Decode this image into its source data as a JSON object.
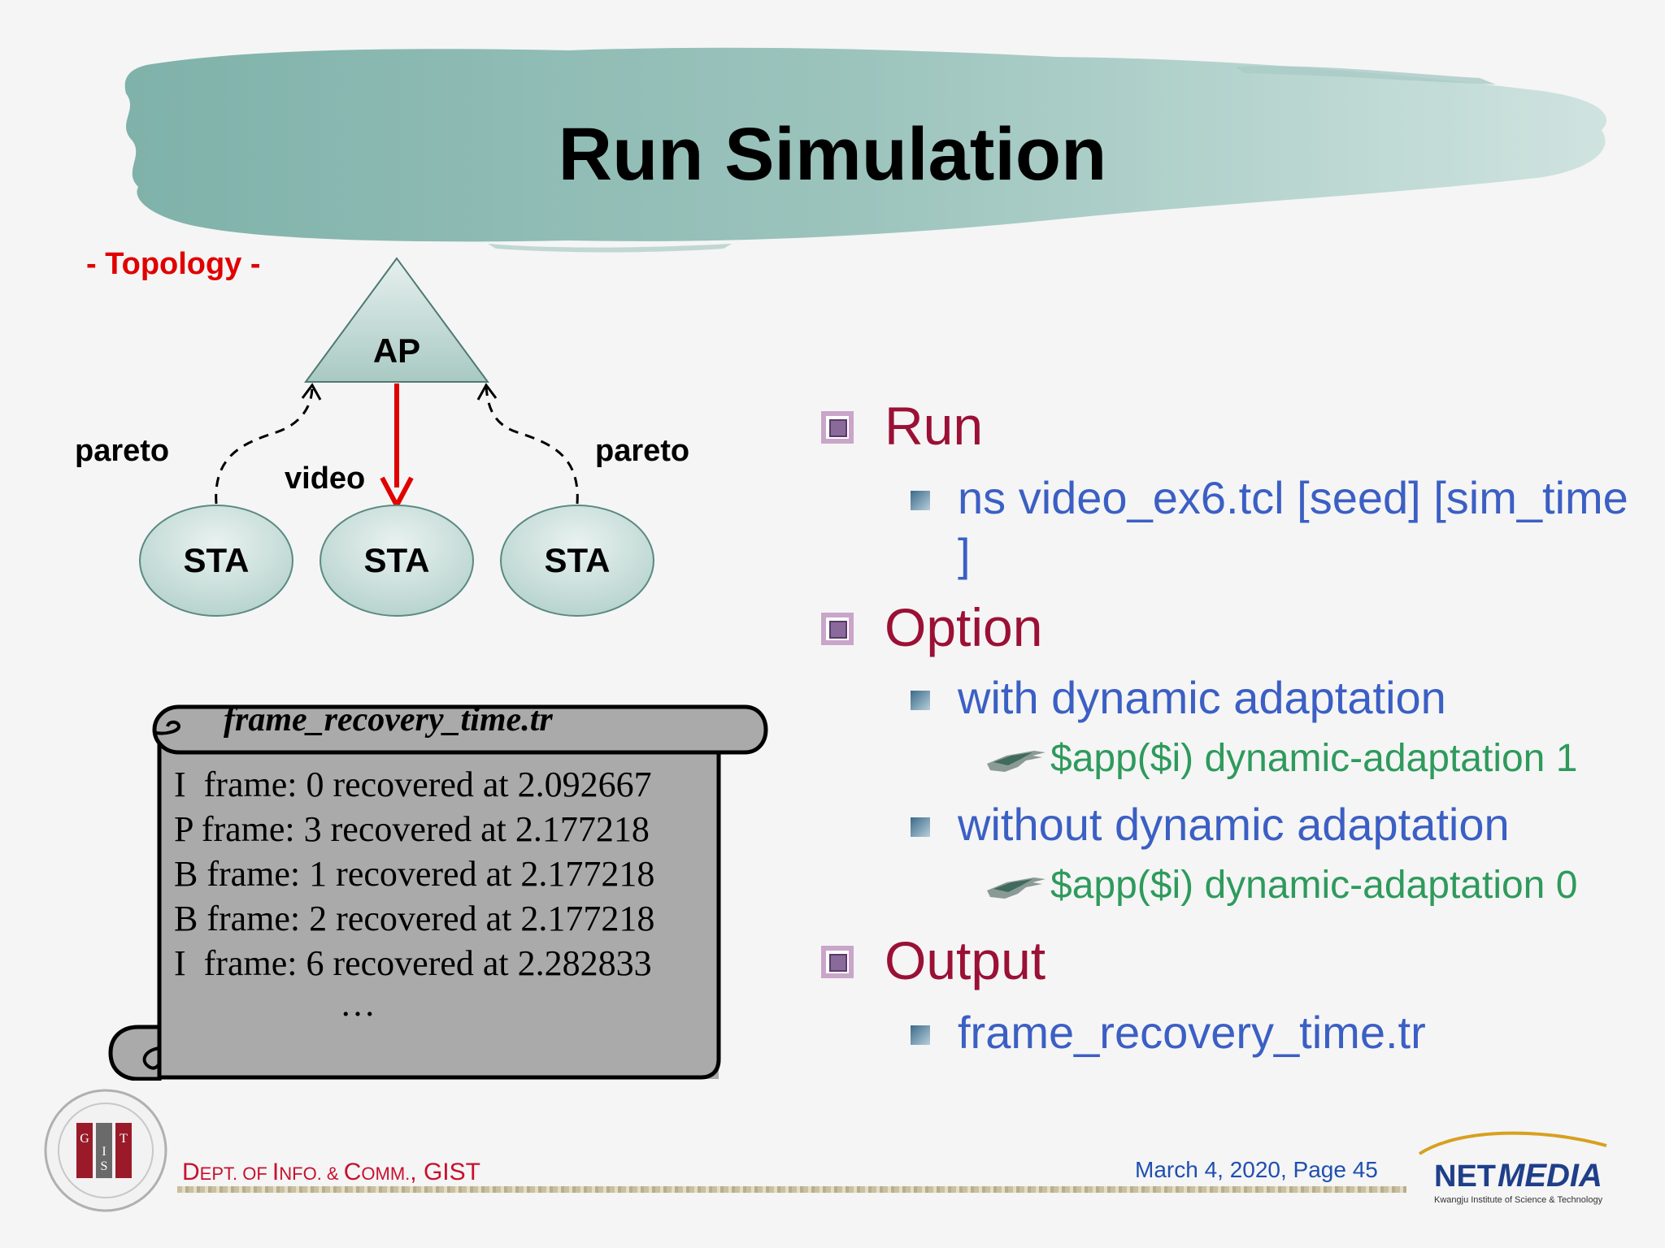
{
  "title": "Run Simulation",
  "topology": {
    "label": "- Topology -",
    "ap_label": "AP",
    "sta_labels": [
      "STA",
      "STA",
      "STA"
    ],
    "edge_labels": {
      "left": "pareto",
      "middle": "video",
      "right": "pareto"
    }
  },
  "trace": {
    "filename": "frame_recovery_time.tr",
    "lines": [
      "I  frame: 0 recovered at 2.092667",
      "P frame: 3 recovered at 2.177218",
      "B frame: 1 recovered at 2.177218",
      "B frame: 2 recovered at 2.177218",
      "I  frame: 6 recovered at 2.282833"
    ],
    "ellipsis": "…"
  },
  "content": {
    "sections": [
      {
        "heading": "Run",
        "item": "ns video_ex6.tcl [seed] [sim_time",
        "item_cont": "]"
      },
      {
        "heading": "Option",
        "item1": "with dynamic adaptation",
        "code1": "$app($i) dynamic-adaptation 1",
        "item2": "without dynamic adaptation",
        "code2": "$app($i) dynamic-adaptation 0"
      },
      {
        "heading": "Output",
        "item": "frame_recovery_time.tr"
      }
    ]
  },
  "footer": {
    "dept_parts": [
      "D",
      "EPT. OF ",
      "I",
      "NFO. & ",
      "C",
      "OMM.",
      ", GIST"
    ],
    "date_page": "March 4, 2020,  Page  45",
    "gist_logo_letters": [
      "G",
      "I",
      "S",
      "T"
    ],
    "netmedia_logo": {
      "net": "NET",
      "media": "MEDIA",
      "tagline": "Kwangju Institute of Science & Technology"
    }
  },
  "colors": {
    "heading": "#9b1035",
    "item": "#3b5fc4",
    "code": "#2e9a5c",
    "topology_label": "#e00000",
    "video_arrow": "#e00000"
  }
}
